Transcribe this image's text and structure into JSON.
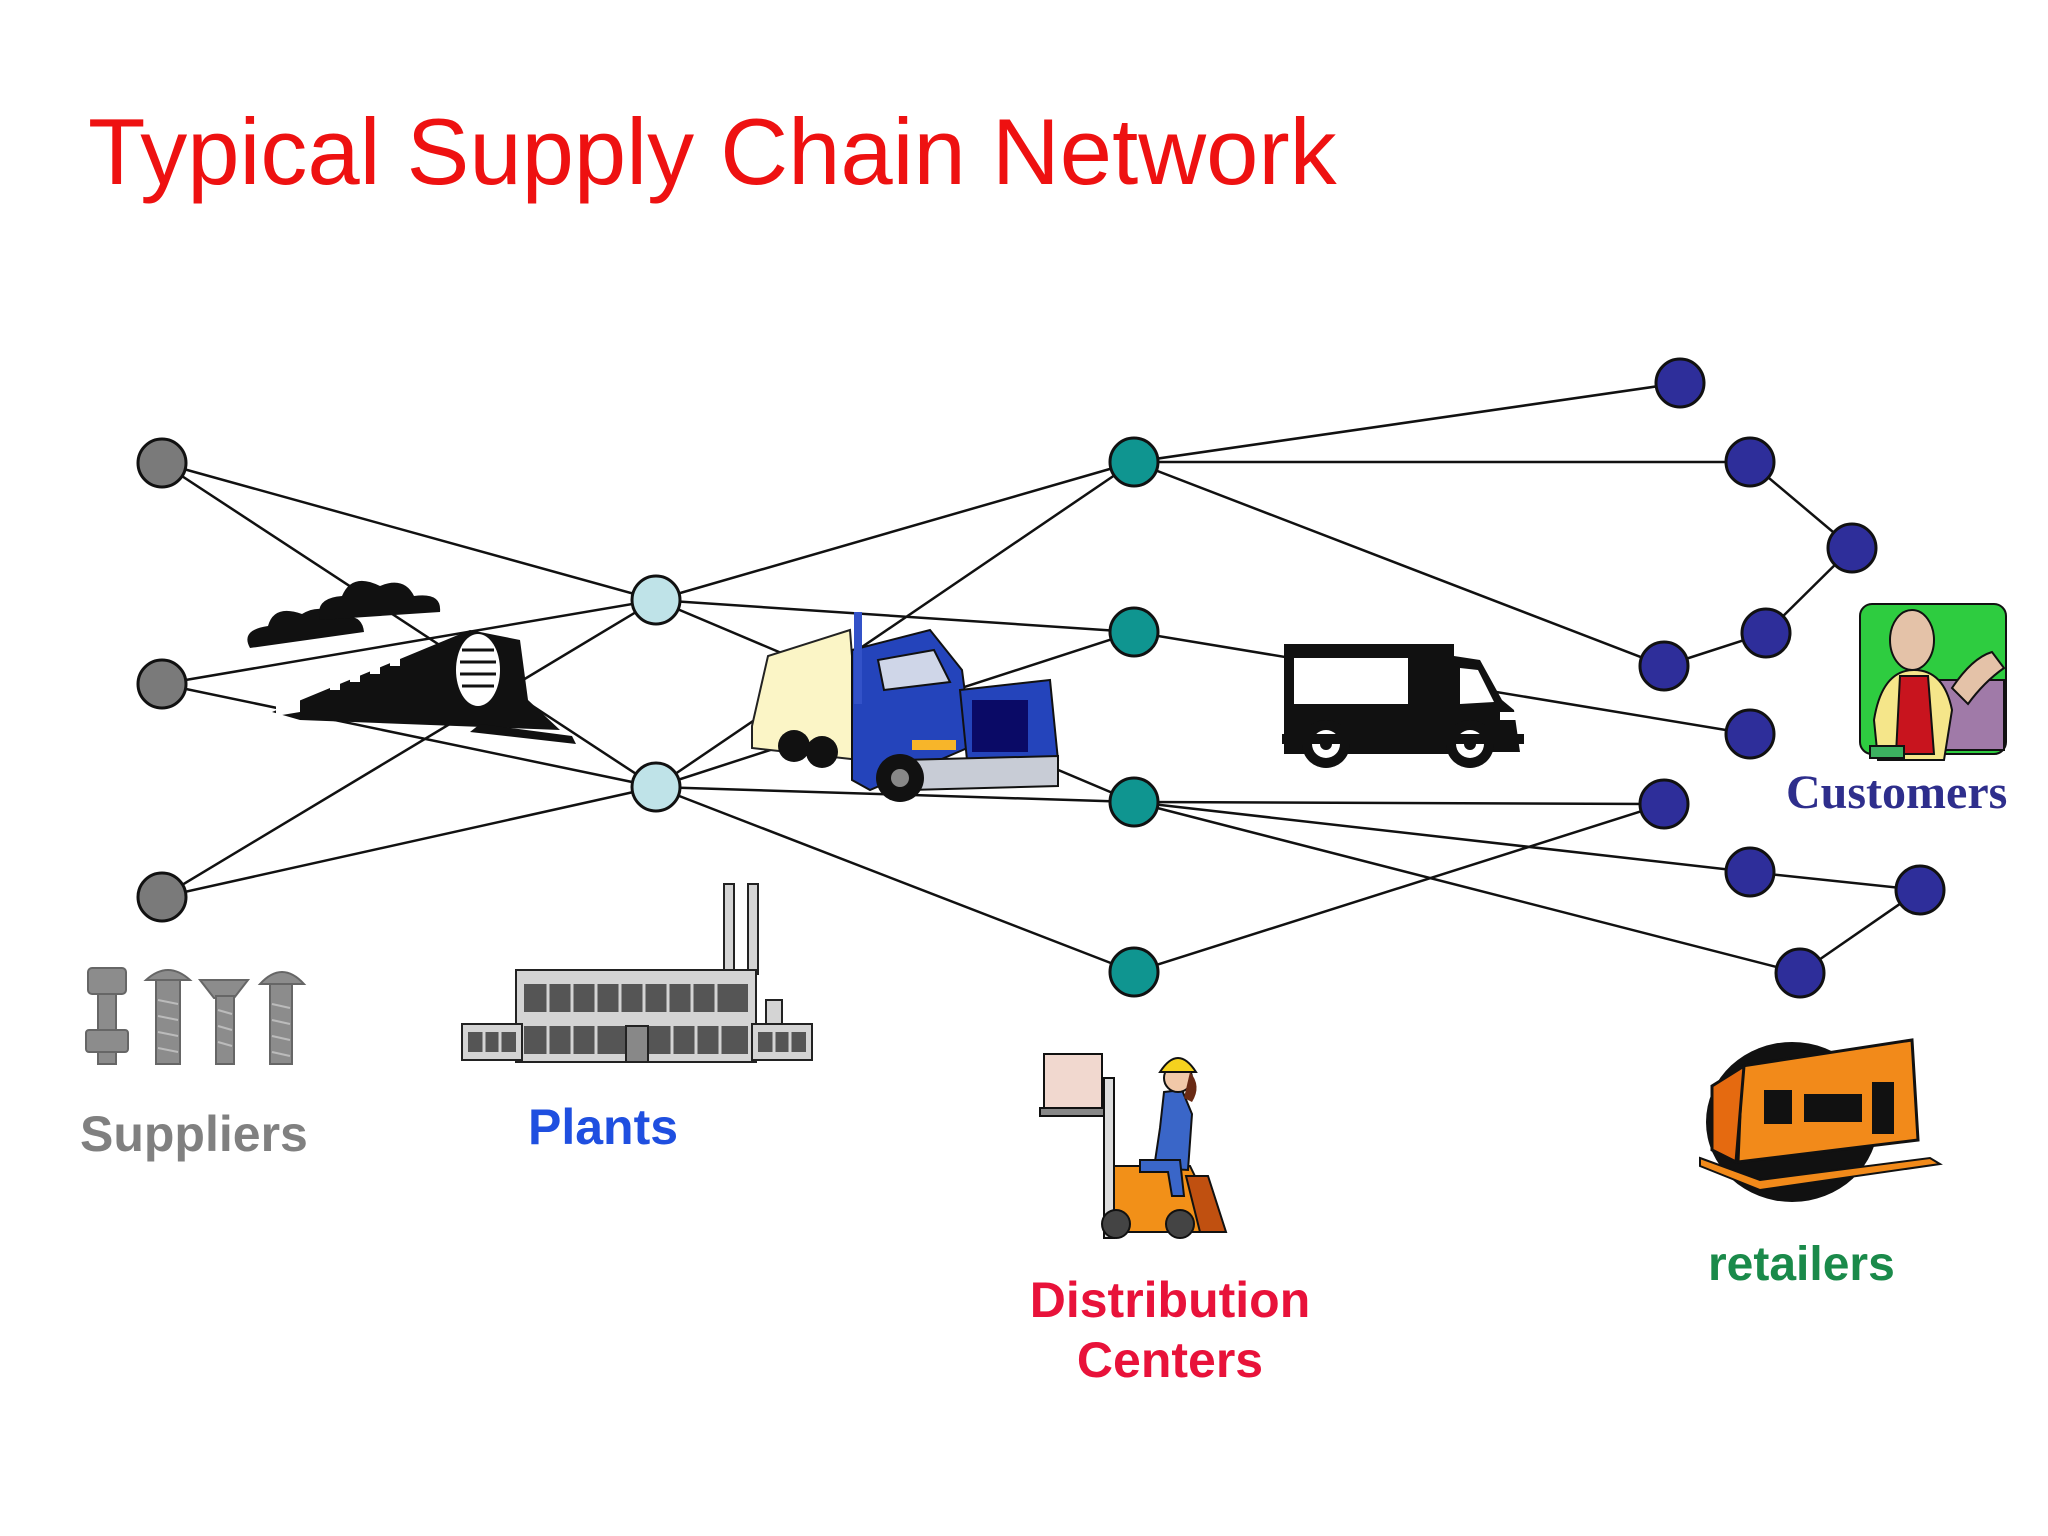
{
  "title": "Typical Supply Chain Network",
  "labels": {
    "suppliers": "Suppliers",
    "plants": "Plants",
    "dc_line1": "Distribution",
    "dc_line2": "Centers",
    "retailers": "retailers",
    "customers": "Customers"
  },
  "colors": {
    "title": "#ee1111",
    "supplier_node": "#7a7a7a",
    "plant_node": "#bfe3e8",
    "dc_node": "#0f9590",
    "retail_node": "#2e2e9a",
    "suppliers_label": "#808080",
    "plants_label": "#1f4fe0",
    "dc_label": "#e8123a",
    "retailers_label": "#1a8a4a",
    "customers_label": "#2e2e8c"
  },
  "icons": [
    "train-icon",
    "semi-truck-icon",
    "delivery-van-icon",
    "bolts-icon",
    "factory-icon",
    "forklift-worker-icon",
    "store-icon",
    "customer-cashier-icon"
  ]
}
